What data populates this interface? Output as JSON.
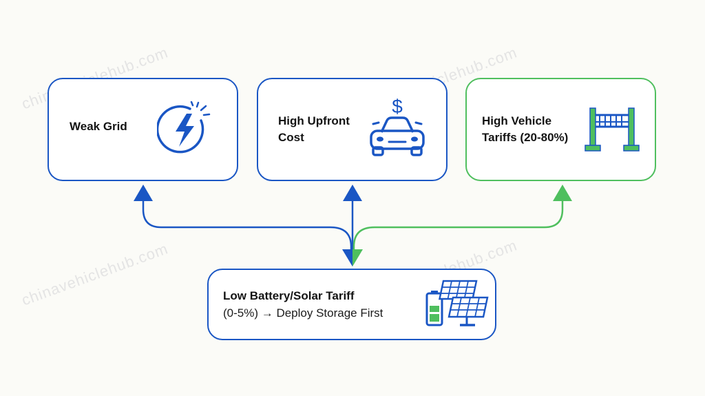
{
  "watermark": "chinavehiclehub.com",
  "nodes": {
    "weak_grid": {
      "label": "Weak Grid"
    },
    "upfront_cost": {
      "label": "High Upfront\nCost",
      "currency_symbol": "$"
    },
    "vehicle_tariffs": {
      "label": "High Vehicle\nTariffs (20-80%)"
    },
    "battery_tariff": {
      "line1": "Low Battery/Solar Tariff",
      "line2": "(0-5%) → Deploy Storage First"
    }
  },
  "colors": {
    "blue": "#1a56c4",
    "green": "#4fbf5e",
    "text": "#141414"
  }
}
